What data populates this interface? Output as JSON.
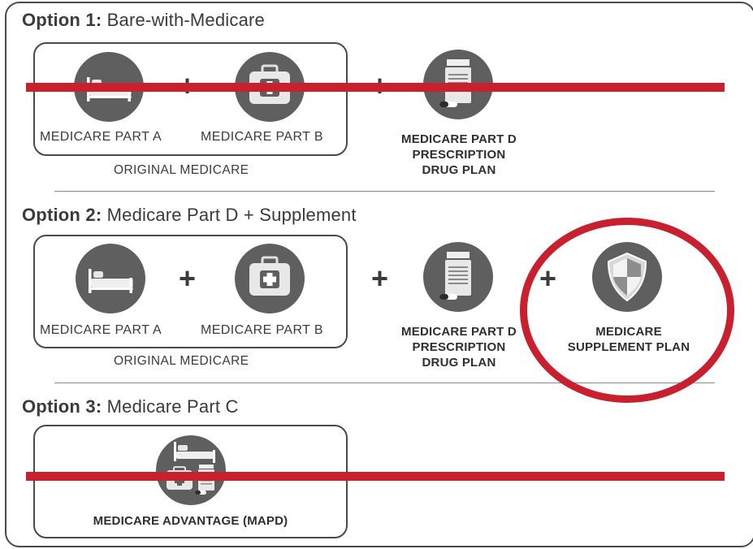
{
  "option1": {
    "title_bold": "Option 1:",
    "title_rest": " Bare-with-Medicare",
    "part_a": "MEDICARE PART A",
    "part_b": "MEDICARE PART B",
    "group": "ORIGINAL MEDICARE",
    "part_d": [
      "MEDICARE PART D",
      "PRESCRIPTION",
      "DRUG PLAN"
    ]
  },
  "option2": {
    "title_bold": "Option 2:",
    "title_rest": " Medicare Part D + Supplement",
    "part_a": "MEDICARE PART A",
    "part_b": "MEDICARE PART B",
    "group": "ORIGINAL MEDICARE",
    "part_d": [
      "MEDICARE PART D",
      "PRESCRIPTION",
      "DRUG PLAN"
    ],
    "supplement": [
      "MEDICARE",
      "SUPPLEMENT PLAN"
    ]
  },
  "option3": {
    "title_bold": "Option 3:",
    "title_rest": " Medicare Part C",
    "advantage": "MEDICARE ADVANTAGE (MAPD)"
  },
  "plus_sign": "+",
  "icons": [
    "bed-icon",
    "medical-kit-icon",
    "prescription-bottle-icon",
    "shield-icon",
    "combined-coverage-icon"
  ],
  "colors": {
    "strike": "#c8202f",
    "icon_fill": "#5f5f5f",
    "text": "#3b3b3b"
  }
}
